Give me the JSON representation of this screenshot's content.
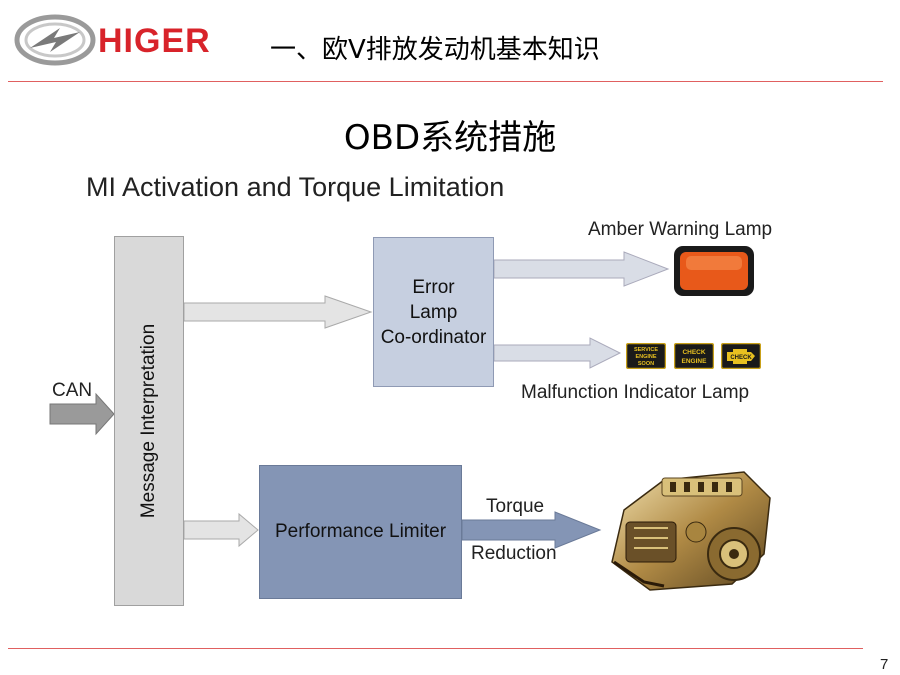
{
  "header": {
    "brand": "HIGER",
    "title": "一、欧V排放发动机基本知识"
  },
  "slide": {
    "title": "OBD系统措施",
    "subtitle": "MI Activation and Torque Limitation",
    "page_number": "7"
  },
  "diagram": {
    "input_label": "CAN",
    "message_box": "Message Interpretation",
    "error_box": [
      "Error",
      "Lamp",
      "Co-ordinator"
    ],
    "performance_box": "Performance Limiter",
    "amber_label": "Amber Warning Lamp",
    "mil_label": "Malfunction Indicator Lamp",
    "torque_label_1": "Torque",
    "torque_label_2": "Reduction",
    "mil_icons": [
      {
        "line1": "SERVICE",
        "line2": "ENGINE",
        "line3": "SOON"
      },
      {
        "line1": "CHECK",
        "line2": "ENGINE"
      },
      {
        "line1": "CHECK"
      }
    ]
  },
  "colors": {
    "brand_red": "#d8232a",
    "message_box": "#d9d9d9",
    "error_box": "#c6cfe0",
    "performance_box": "#8495b5",
    "arrow_fill": "#d9d9d9",
    "torque_arrow": "#8495b5"
  }
}
